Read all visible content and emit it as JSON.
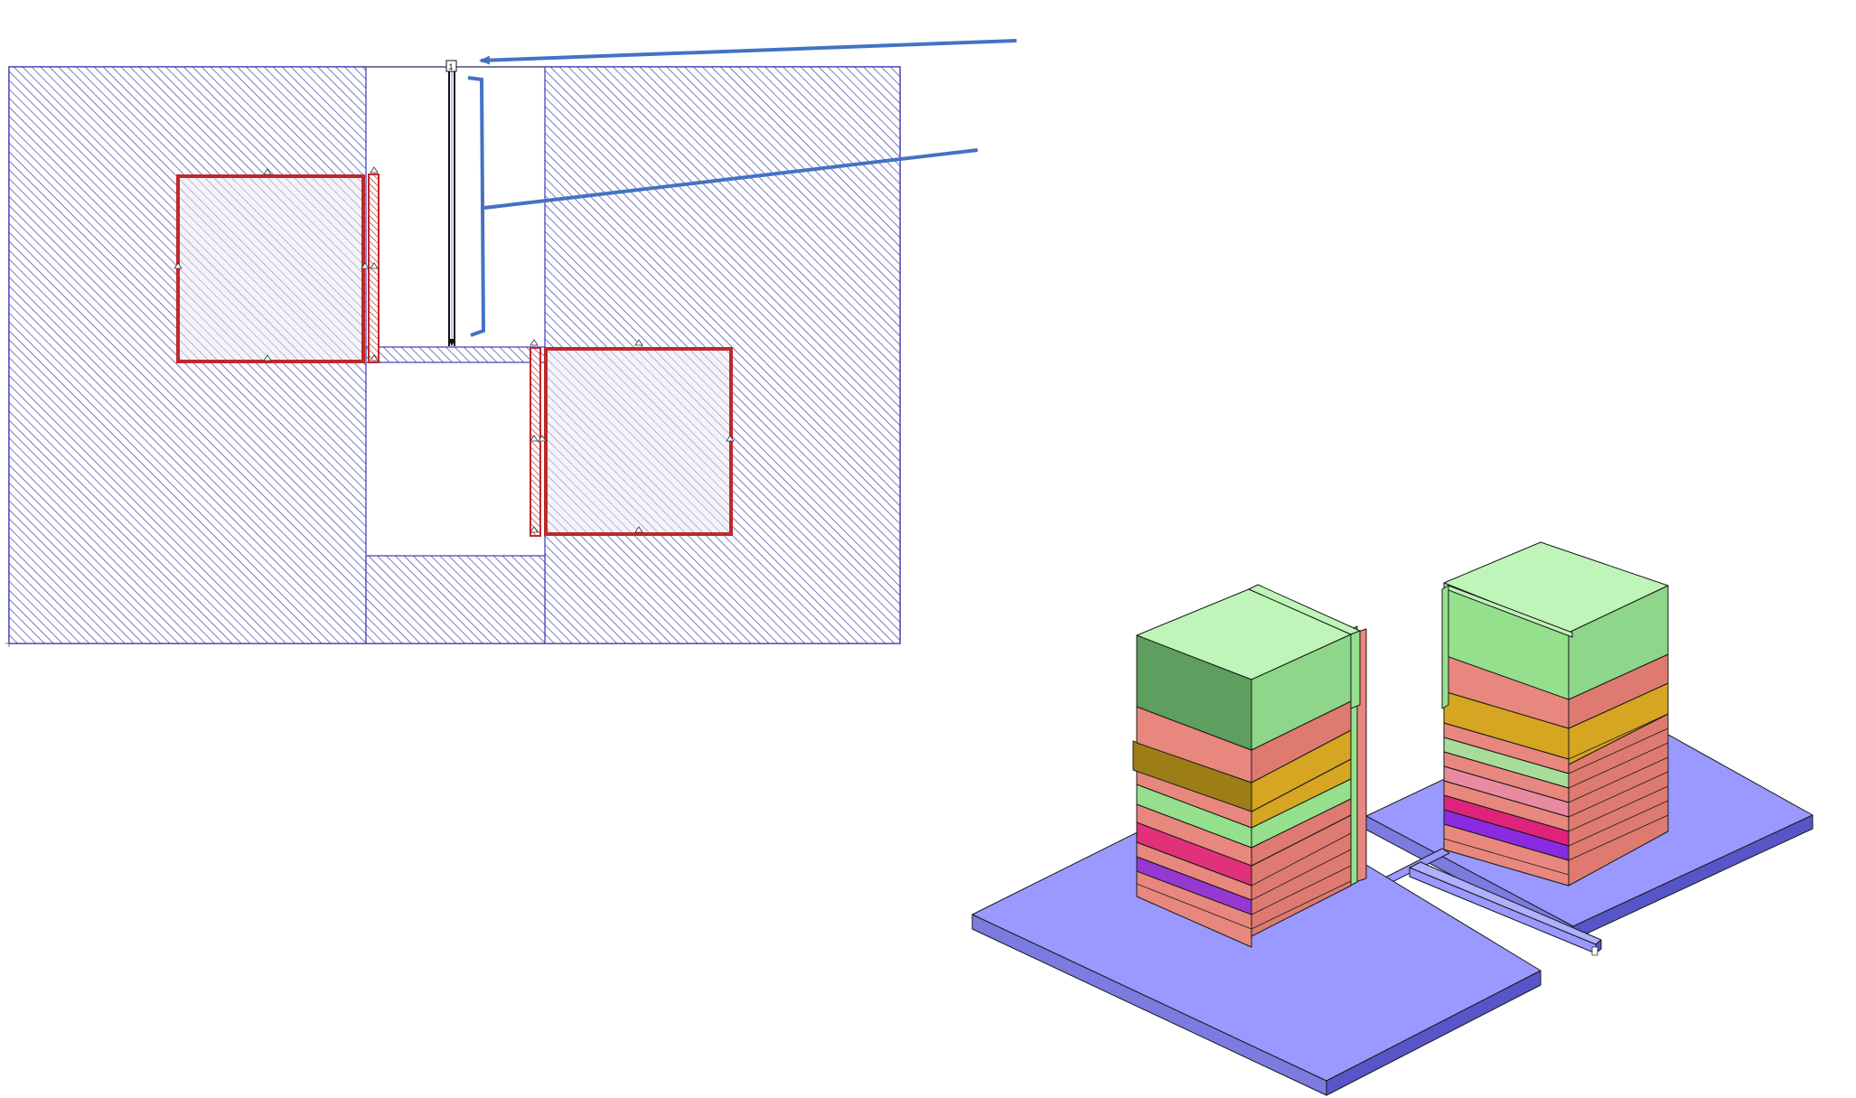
{
  "layout_view": {
    "ground_color": "#3b3bb5",
    "ground_hatch_color": "#3535a8",
    "inductor_trace_color": "#c0282a",
    "inductor_fill_color": "#f4f4f8",
    "port_line_color": "#111111",
    "port_marker_text": "1"
  },
  "annotations": {
    "arrow_color": "#4472c4",
    "items": [
      {
        "target": "port",
        "text": ""
      },
      {
        "target": "feed-line",
        "text": ""
      }
    ]
  },
  "isometric_view": {
    "ground_plane_color": "#9999ff",
    "ground_plane_side_color": "#5656c8",
    "stack_layers": [
      "green-cap",
      "salmon",
      "gold",
      "salmon",
      "green",
      "salmon",
      "magenta",
      "salmon",
      "salmon",
      "purple",
      "salmon",
      "salmon"
    ],
    "colors": {
      "green_top": "#bff5b8",
      "green_front": "#5e9e5e",
      "green_side": "#8ed68a",
      "salmon": "#e8877e",
      "salmon_side": "#df7a71",
      "gold": "#9c7d16",
      "gold_side": "#d6a521",
      "light_green": "#94e08c",
      "magenta": "#e0237a",
      "purple": "#8a2be2"
    }
  }
}
